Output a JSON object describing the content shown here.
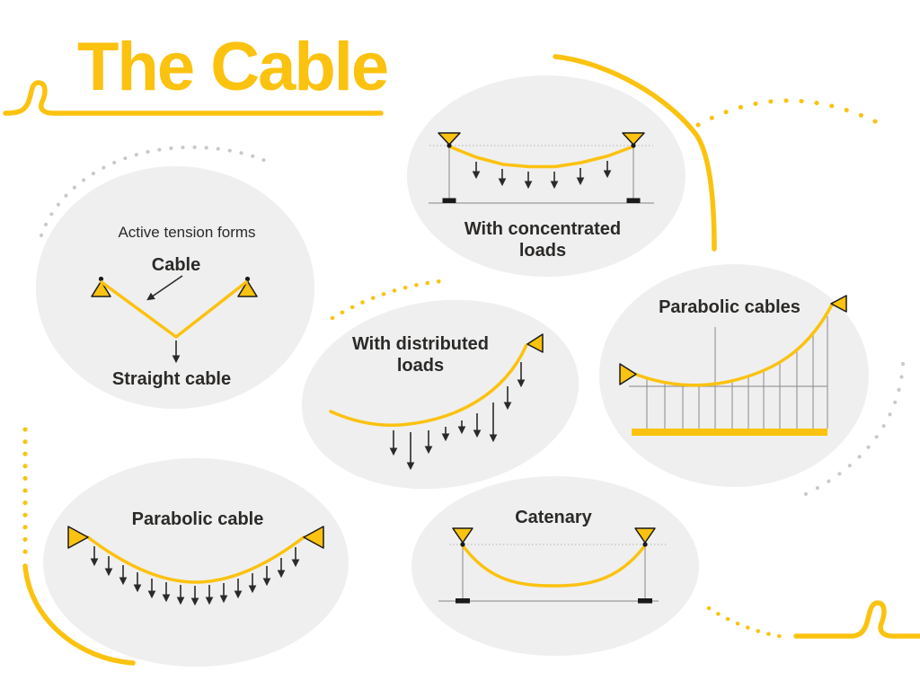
{
  "title": "The Cable",
  "colors": {
    "accent_yellow": "#FBC20F",
    "bubble_gray": "#EFEFEF",
    "text_dark": "#2B2A28",
    "line_gray": "#9A9A9A",
    "dot_gray": "#C9C9C9"
  },
  "bubbles": {
    "active_tension": {
      "heading": "Active tension forms",
      "cable_label": "Cable",
      "caption": "Straight cable"
    },
    "concentrated": {
      "label_line1": "With concentrated",
      "label_line2": "loads"
    },
    "distributed": {
      "label_line1": "With distributed",
      "label_line2": "loads"
    },
    "parabolic_cables": {
      "label": "Parabolic cables"
    },
    "parabolic_cable": {
      "label": "Parabolic cable"
    },
    "catenary": {
      "label": "Catenary"
    }
  }
}
